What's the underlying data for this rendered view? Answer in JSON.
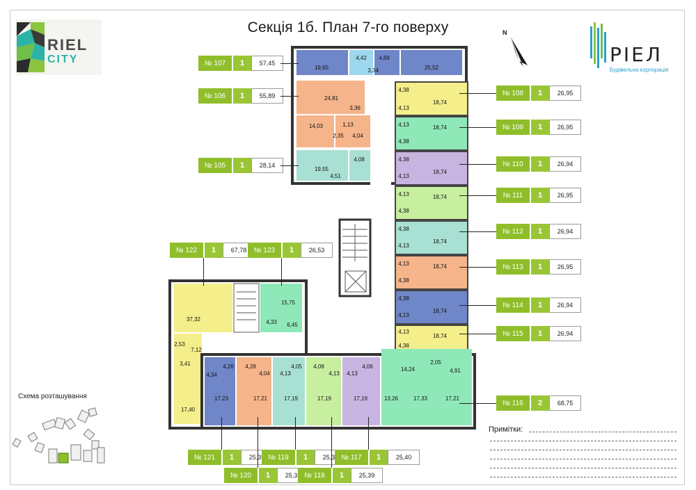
{
  "header": {
    "title": "Секція 1б. План 7-го поверху"
  },
  "logo_left": {
    "line1": "RIEL",
    "line2": "CITY"
  },
  "logo_right": {
    "word": "РІЕЛ",
    "subtitle": "Будівельна корпорація"
  },
  "compass": {
    "label": "N"
  },
  "apartments": [
    {
      "no": "№ 107",
      "rooms": "1",
      "area": "57,45"
    },
    {
      "no": "№ 106",
      "rooms": "1",
      "area": "55,89"
    },
    {
      "no": "№ 105",
      "rooms": "1",
      "area": "28,14"
    },
    {
      "no": "№ 108",
      "rooms": "1",
      "area": "26,95"
    },
    {
      "no": "№ 109",
      "rooms": "1",
      "area": "26,95"
    },
    {
      "no": "№ 110",
      "rooms": "1",
      "area": "26,94"
    },
    {
      "no": "№ 111",
      "rooms": "1",
      "area": "26,95"
    },
    {
      "no": "№ 112",
      "rooms": "1",
      "area": "26,94"
    },
    {
      "no": "№ 113",
      "rooms": "1",
      "area": "26,95"
    },
    {
      "no": "№ 114",
      "rooms": "1",
      "area": "26,94"
    },
    {
      "no": "№ 115",
      "rooms": "1",
      "area": "26,94"
    },
    {
      "no": "№ 116",
      "rooms": "2",
      "area": "68,75"
    },
    {
      "no": "№ 122",
      "rooms": "1",
      "area": "67,78"
    },
    {
      "no": "№ 123",
      "rooms": "1",
      "area": "26,53"
    },
    {
      "no": "№ 121",
      "rooms": "1",
      "area": "25,39"
    },
    {
      "no": "№ 119",
      "rooms": "1",
      "area": "25,39"
    },
    {
      "no": "№ 117",
      "rooms": "1",
      "area": "25,40"
    },
    {
      "no": "№ 120",
      "rooms": "1",
      "area": "25,38"
    },
    {
      "no": "№ 118",
      "rooms": "1",
      "area": "25,39"
    }
  ],
  "room_areas": {
    "a107_1": "19,65",
    "a107_2": "4,42",
    "a107_3": "3,34",
    "a107_4": "4,89",
    "a107_5": "25,52",
    "a106_1": "24,81",
    "a106_2": "3,36",
    "a106_3": "14,03",
    "a106_4": "1,13",
    "a106_5": "2,35",
    "a106_6": "4,04",
    "a105_1": "19,55",
    "a105_2": "4,08",
    "a105_3": "4,51",
    "r_small_a": "4,38",
    "r_small_b": "4,13",
    "r_big": "18,74",
    "a122_1": "37,32",
    "a122_2": "2,53",
    "a122_3": "7,12",
    "a122_4": "3,41",
    "a122_5": "17,40",
    "a123_1": "15,75",
    "a123_2": "4,33",
    "a123_3": "6,45",
    "a121_1": "4,26",
    "a121_2": "4,34",
    "a121_3": "17,23",
    "a120_1": "4,28",
    "a120_2": "4,04",
    "a120_3": "17,21",
    "a119_1": "4,05",
    "a119_2": "4,13",
    "a119_3": "17,19",
    "a118_1": "4,08",
    "a118_2": "4,13",
    "a118_3": "17,19",
    "a117_1": "4,06",
    "a117_2": "4,13",
    "a117_3": "17,19",
    "a116_1": "14,24",
    "a116_2": "2,05",
    "a116_3": "4,91",
    "a116_4": "13,26",
    "a116_5": "17,33",
    "a116_6": "17,21"
  },
  "notes": {
    "label": "Примітки:"
  },
  "scheme": {
    "label": "Схема розташування"
  },
  "colors": {
    "tag_green": "#8fbe2a",
    "blue": "#6f86c8",
    "orange": "#f5b48a",
    "teal": "#a8e0d4",
    "yellow": "#f4ef8a",
    "mint": "#8fe8b8",
    "lilac": "#c8b4e0",
    "lightgreen": "#c8eea0",
    "lightblue": "#9ed8ee"
  }
}
